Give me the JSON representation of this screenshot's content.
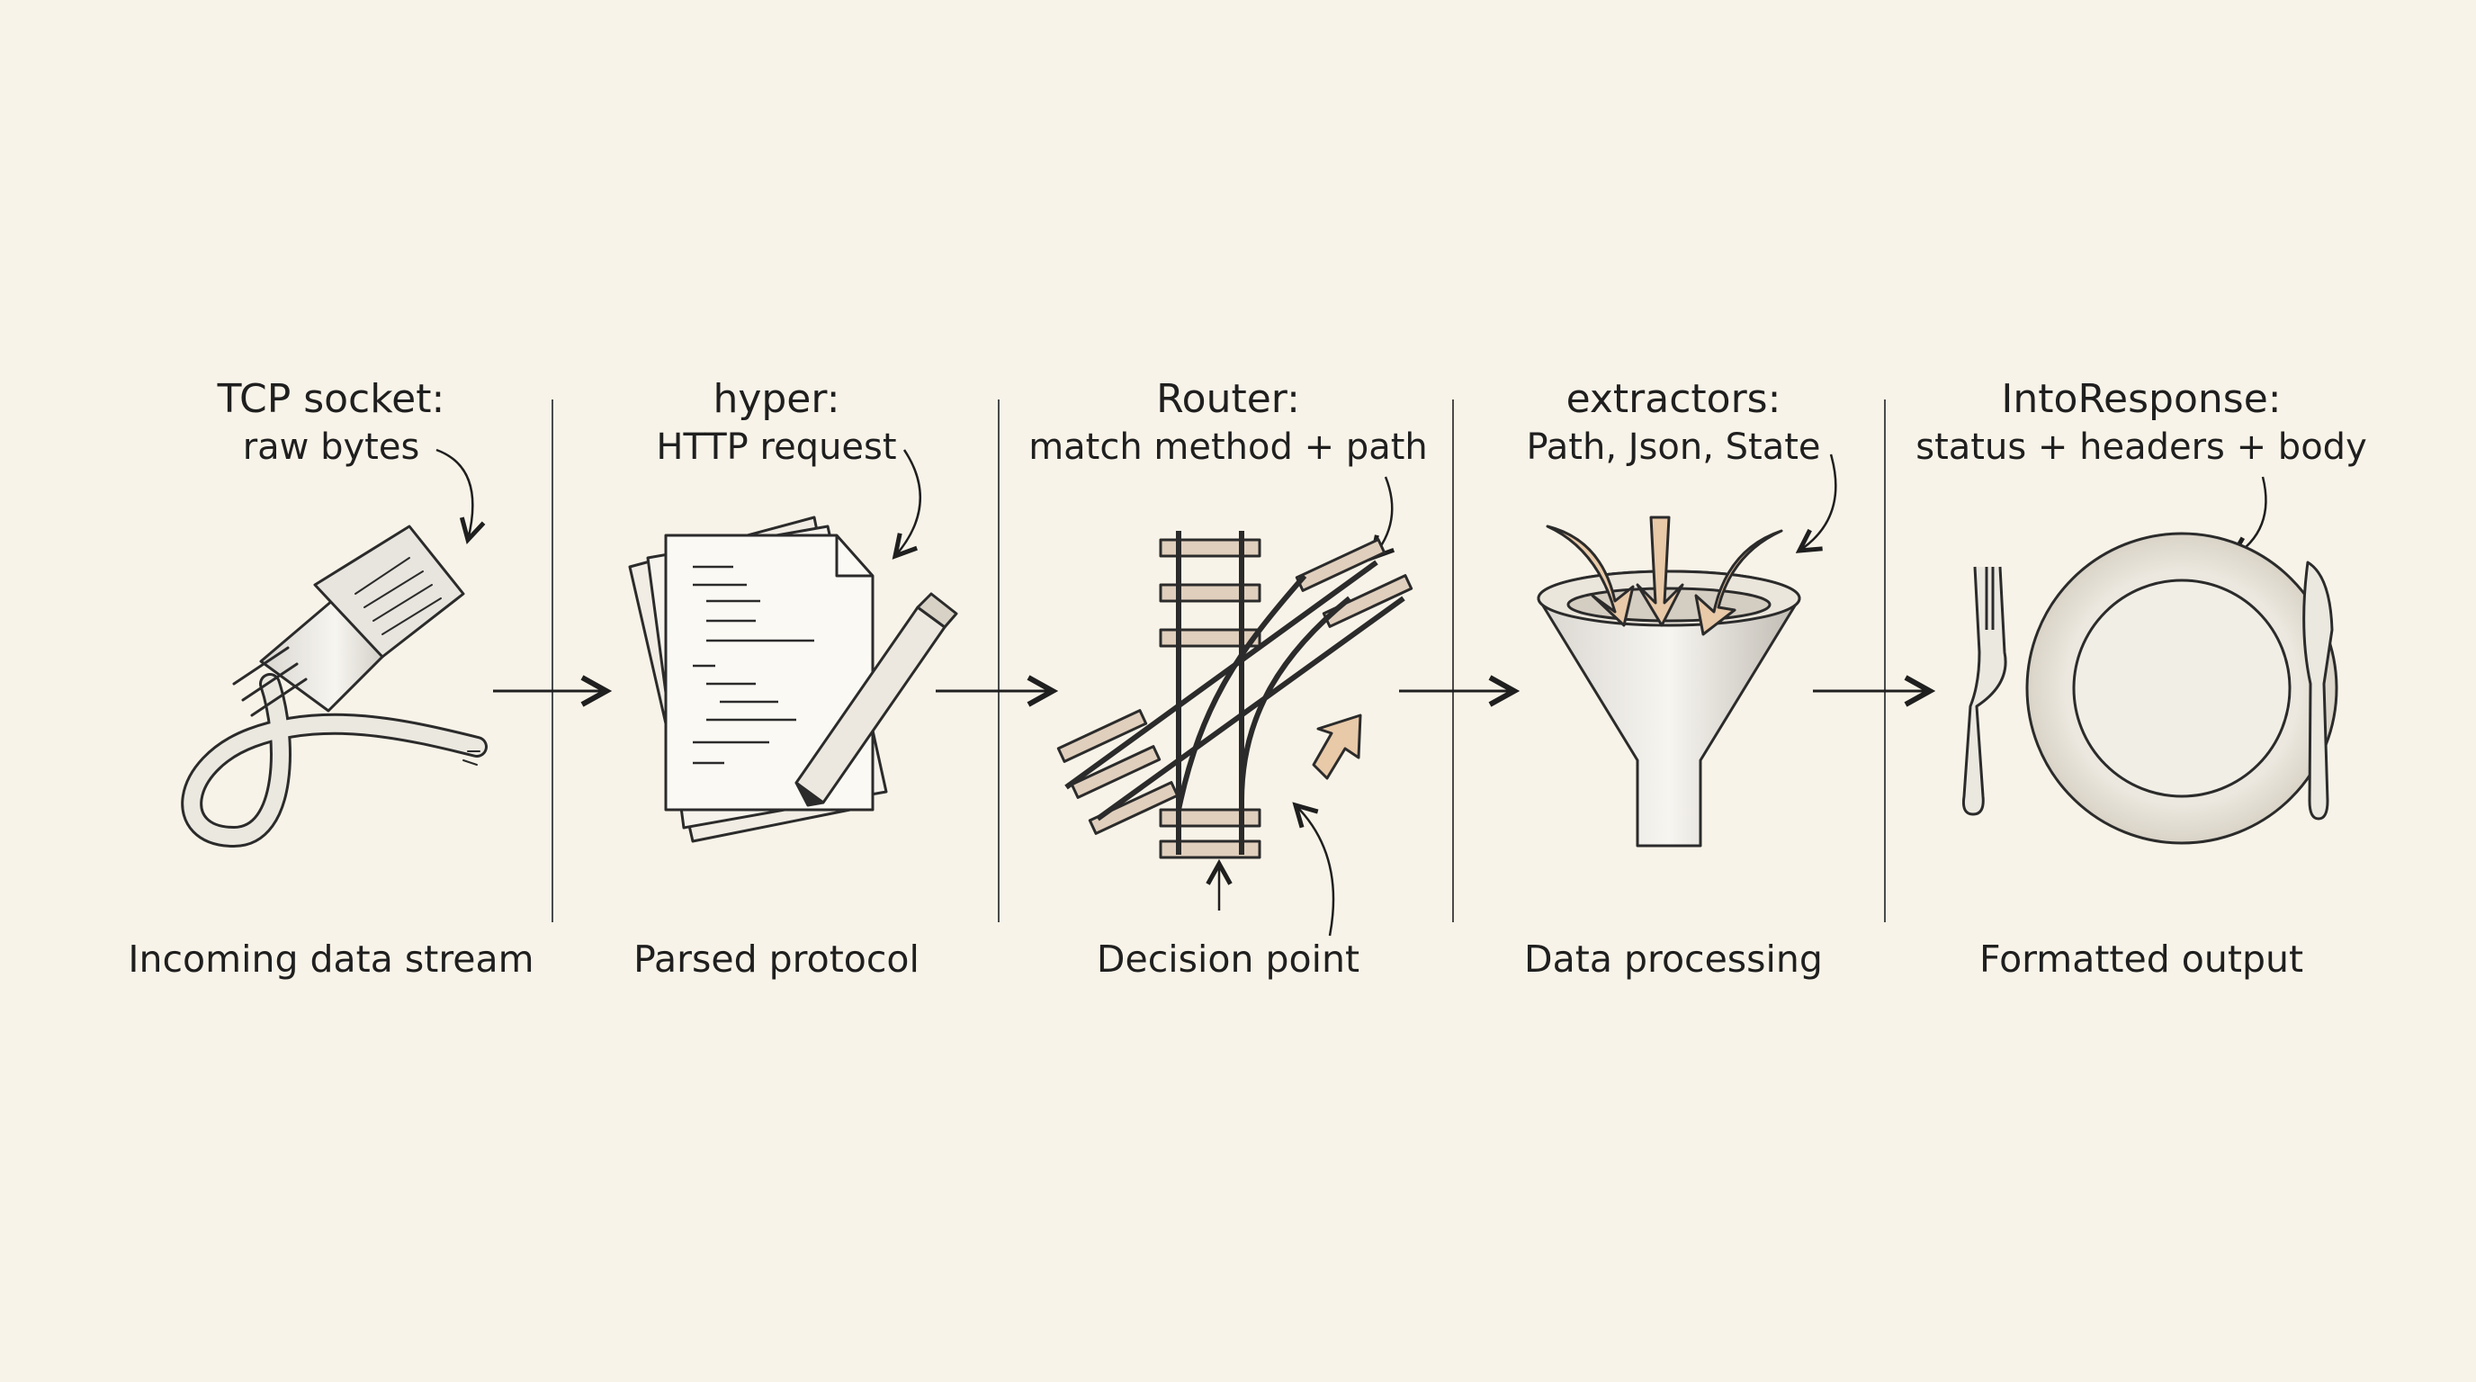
{
  "stages": [
    {
      "title": "TCP socket:",
      "subtitle": "raw bytes",
      "caption": "Incoming data stream",
      "icon": "ethernet-cable-icon"
    },
    {
      "title": "hyper:",
      "subtitle": "HTTP request",
      "caption": "Parsed protocol",
      "icon": "document-pencil-icon"
    },
    {
      "title": "Router:",
      "subtitle": "match method + path",
      "caption": "Decision point",
      "icon": "railway-switch-icon"
    },
    {
      "title": "extractors:",
      "subtitle": "Path, Json, State",
      "caption": "Data processing",
      "icon": "funnel-icon"
    },
    {
      "title": "IntoResponse:",
      "subtitle": "status + headers + body",
      "caption": "Formatted output",
      "icon": "plate-fork-knife-icon"
    }
  ],
  "colors": {
    "background": "#f8f3e8",
    "ink": "#1f1f1f",
    "accent": "#e8c9a8"
  }
}
